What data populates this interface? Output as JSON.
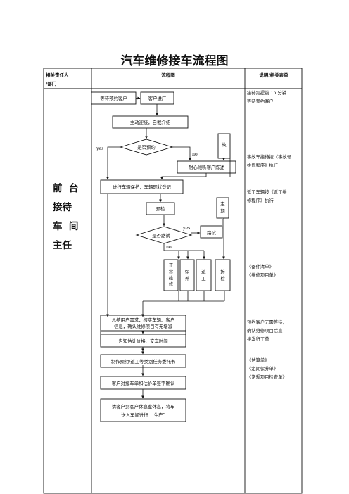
{
  "title": "汽车维修接车流程图",
  "table": {
    "headers": {
      "role": [
        "相关责任人",
        "/部门"
      ],
      "flow": "流程图",
      "notes": "说明/相关表单"
    },
    "role_lines": [
      "前  台",
      "接待",
      "车  间",
      "主任"
    ]
  },
  "flow": {
    "waiting_customer": "等待预约客户",
    "customer_enters": "客户进厂",
    "greet": "主动迎接，自我介绍",
    "is_appointment": "是否预约",
    "yes": "yes",
    "no": "no",
    "breakdown": "故",
    "listen": "耐心倾听客户陈述",
    "inspect": "进行车辆保护，车辆现状登记",
    "pre_inspect": "预检",
    "scheduled_maint": [
      "定",
      "期"
    ],
    "is_road_test": "是否路试",
    "road_test": "路试",
    "col_repair": [
      "正",
      "常",
      "维",
      "修"
    ],
    "col_insurance": [
      "保",
      "养"
    ],
    "col_rework": [
      "返",
      "工"
    ],
    "col_disassemble": [
      "拆",
      "检"
    ],
    "summarize": [
      "总结用户需求，核实车辆、客户",
      "信息，确认维修项目有无增减"
    ],
    "inform": "告知估计价格、交车时间",
    "make_order": "制作预约/返工等类别任务委托书",
    "sign": "客户对接车单和估价单签字确认",
    "rest": [
      "请客户到客户休息室休息，将车",
      "送入车间进行    生产”"
    ]
  },
  "notes": {
    "n1": [
      "接待需提前 15 分钟",
      "等待预约客户"
    ],
    "n2": [
      "事故车接待按《事故号",
      "维修程序》执行"
    ],
    "n3": [
      "返工车辆按《返工维",
      "修程序》执行"
    ],
    "n4": [
      "《备件清单》",
      "《维修项目单》"
    ],
    "n5": [
      "预约客户无需等待，",
      "确认维修项目后直",
      "接发行工单"
    ],
    "n6": [
      "《估算单》",
      "《定期保养单》",
      "《常规项目检查单》"
    ]
  }
}
